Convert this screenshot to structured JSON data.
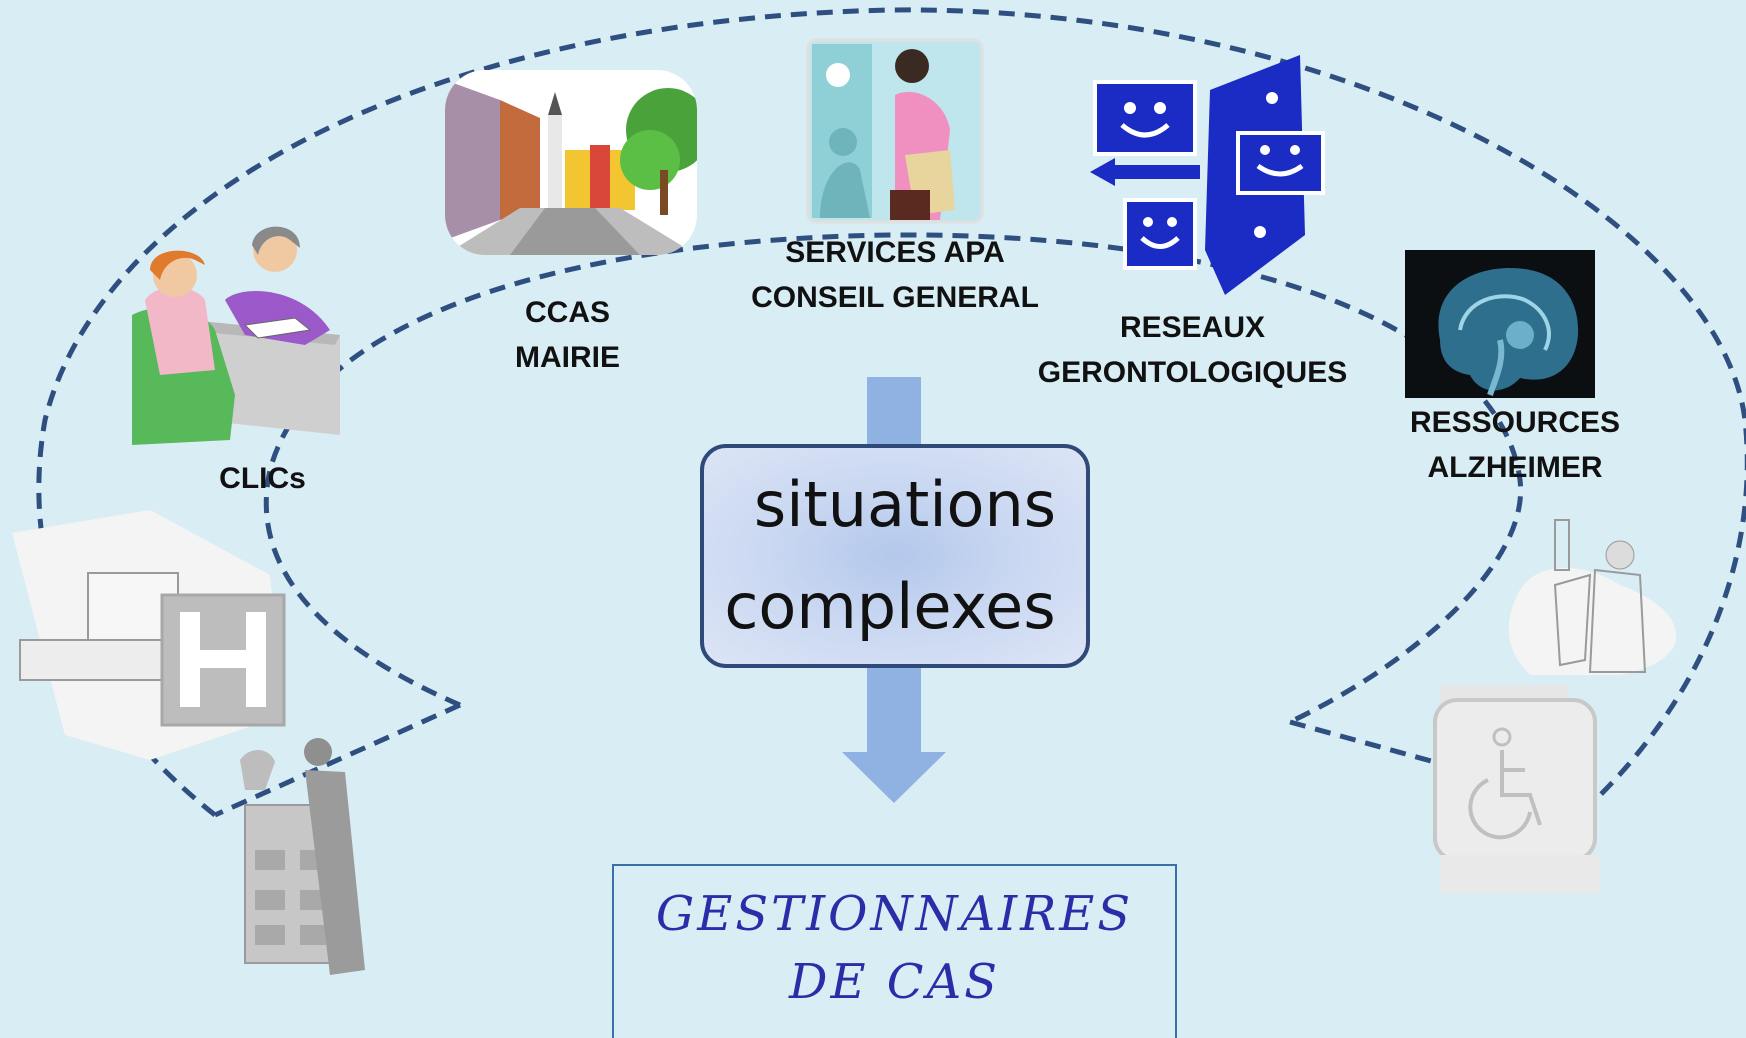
{
  "center": {
    "line1": "situations",
    "line2": "complexes"
  },
  "result": {
    "line1": "GESTIONNAIRES",
    "line2": "DE CAS"
  },
  "partners": [
    {
      "id": "clics",
      "line1": "CLICs",
      "icon": "meeting-people-icon"
    },
    {
      "id": "ccas",
      "line1": "CCAS",
      "line2": "MAIRIE",
      "icon": "town-street-icon"
    },
    {
      "id": "apa",
      "line1": "SERVICES APA",
      "line2": "CONSEIL GENERAL",
      "icon": "office-woman-icon"
    },
    {
      "id": "reseaux",
      "line1": "RESEAUX",
      "line2": "GERONTOLOGIQUES",
      "icon": "network-smileys-icon"
    },
    {
      "id": "alzheimer",
      "line1": "RESSOURCES",
      "line2": "ALZHEIMER",
      "icon": "brain-scan-icon"
    }
  ],
  "decorations": [
    "hospital-icon",
    "filing-cabinet-icon",
    "nurse-icon",
    "wheelchair-icon"
  ],
  "colors": {
    "background": "#d9edf5",
    "dashed_line": "#2e4f80",
    "arrow": "#8fb2e3",
    "box_border": "#2f4a78",
    "result_text": "#2a2da8",
    "network_blue": "#1a2cc4"
  }
}
